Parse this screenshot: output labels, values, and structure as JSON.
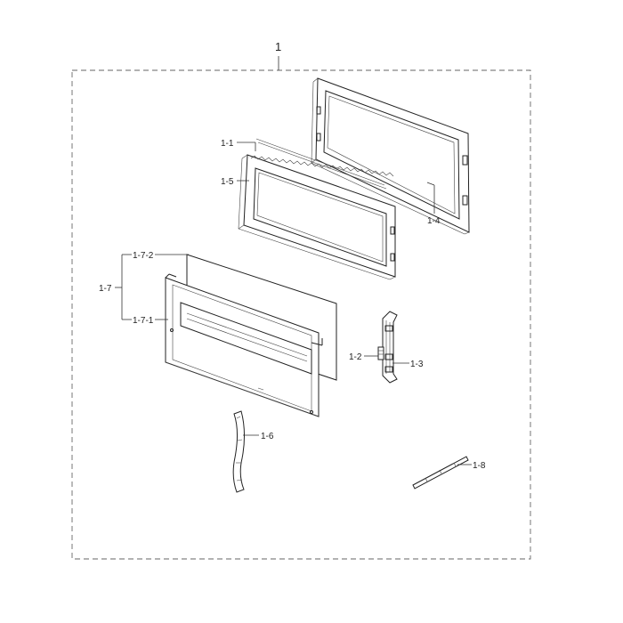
{
  "assembly": {
    "number": "1"
  },
  "callouts": {
    "p1_1": "1-1",
    "p1_2": "1-2",
    "p1_3": "1-3",
    "p1_4": "1-4",
    "p1_5": "1-5",
    "p1_6": "1-6",
    "p1_7": "1-7",
    "p1_7_1": "1-7-1",
    "p1_7_2": "1-7-2",
    "p1_8": "1-8"
  }
}
